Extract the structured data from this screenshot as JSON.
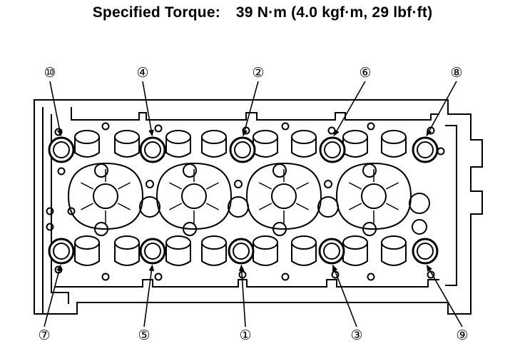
{
  "title": {
    "label": "Specified Torque:",
    "value": "39 N·m (4.0 kgf·m, 29 lbf·ft)"
  },
  "bolts": [
    {
      "label": "①",
      "position": "bottom-center"
    },
    {
      "label": "②",
      "position": "top-center"
    },
    {
      "label": "③",
      "position": "bottom-center-right"
    },
    {
      "label": "④",
      "position": "top-center-left"
    },
    {
      "label": "⑤",
      "position": "bottom-center-left"
    },
    {
      "label": "⑥",
      "position": "top-center-right"
    },
    {
      "label": "⑦",
      "position": "bottom-left"
    },
    {
      "label": "⑧",
      "position": "top-right"
    },
    {
      "label": "⑨",
      "position": "bottom-right"
    },
    {
      "label": "⑩",
      "position": "top-left"
    }
  ],
  "colors": {
    "line": "#000000",
    "background": "#ffffff"
  }
}
